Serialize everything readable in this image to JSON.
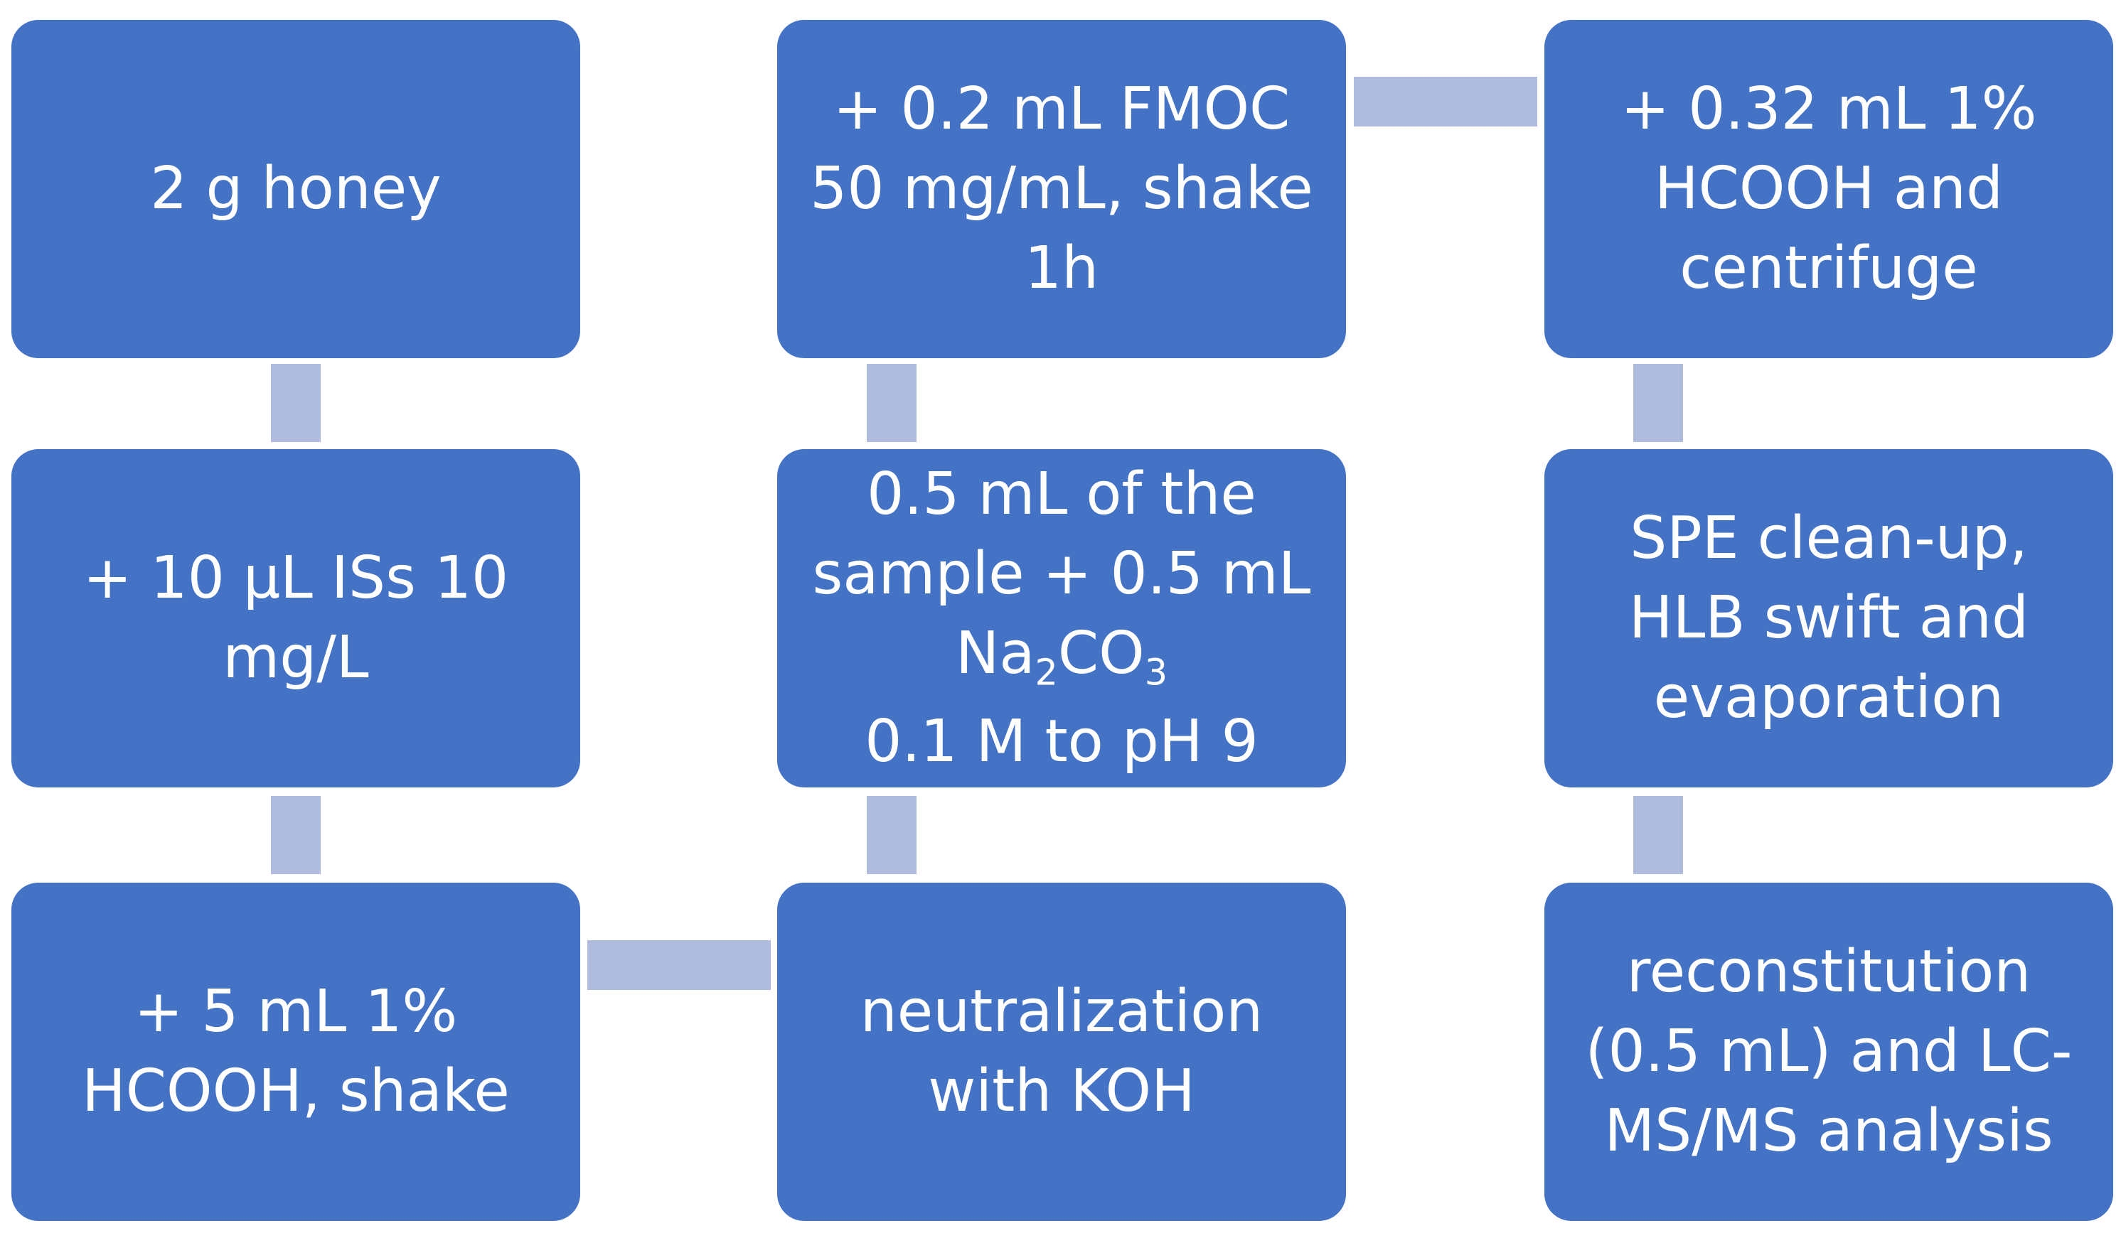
{
  "steps": {
    "s1": {
      "text": "2 g honey"
    },
    "s2": {
      "text": "+ 10 µL ISs 10 mg/L"
    },
    "s3": {
      "text": "+ 5 mL 1% HCOOH, shake"
    },
    "s4": {
      "text": "neutralization with KOH"
    },
    "s5": {
      "line1": "0.5 mL of the sample + 0.5 mL Na",
      "sub1": "2",
      "mid": "CO",
      "sub2": "3",
      "line2": "0.1 M to pH 9"
    },
    "s6": {
      "text": "+ 0.2 mL FMOC 50 mg/mL, shake 1h"
    },
    "s7": {
      "text": "+ 0.32 mL 1% HCOOH and centrifuge"
    },
    "s8": {
      "text": "SPE clean-up, HLB swift and evaporation"
    },
    "s9": {
      "text": "reconstitution (0.5 mL) and LC-MS/MS analysis"
    }
  },
  "colors": {
    "box": "#4472c4",
    "connector": "#b0bcdd",
    "text": "#ffffff"
  }
}
